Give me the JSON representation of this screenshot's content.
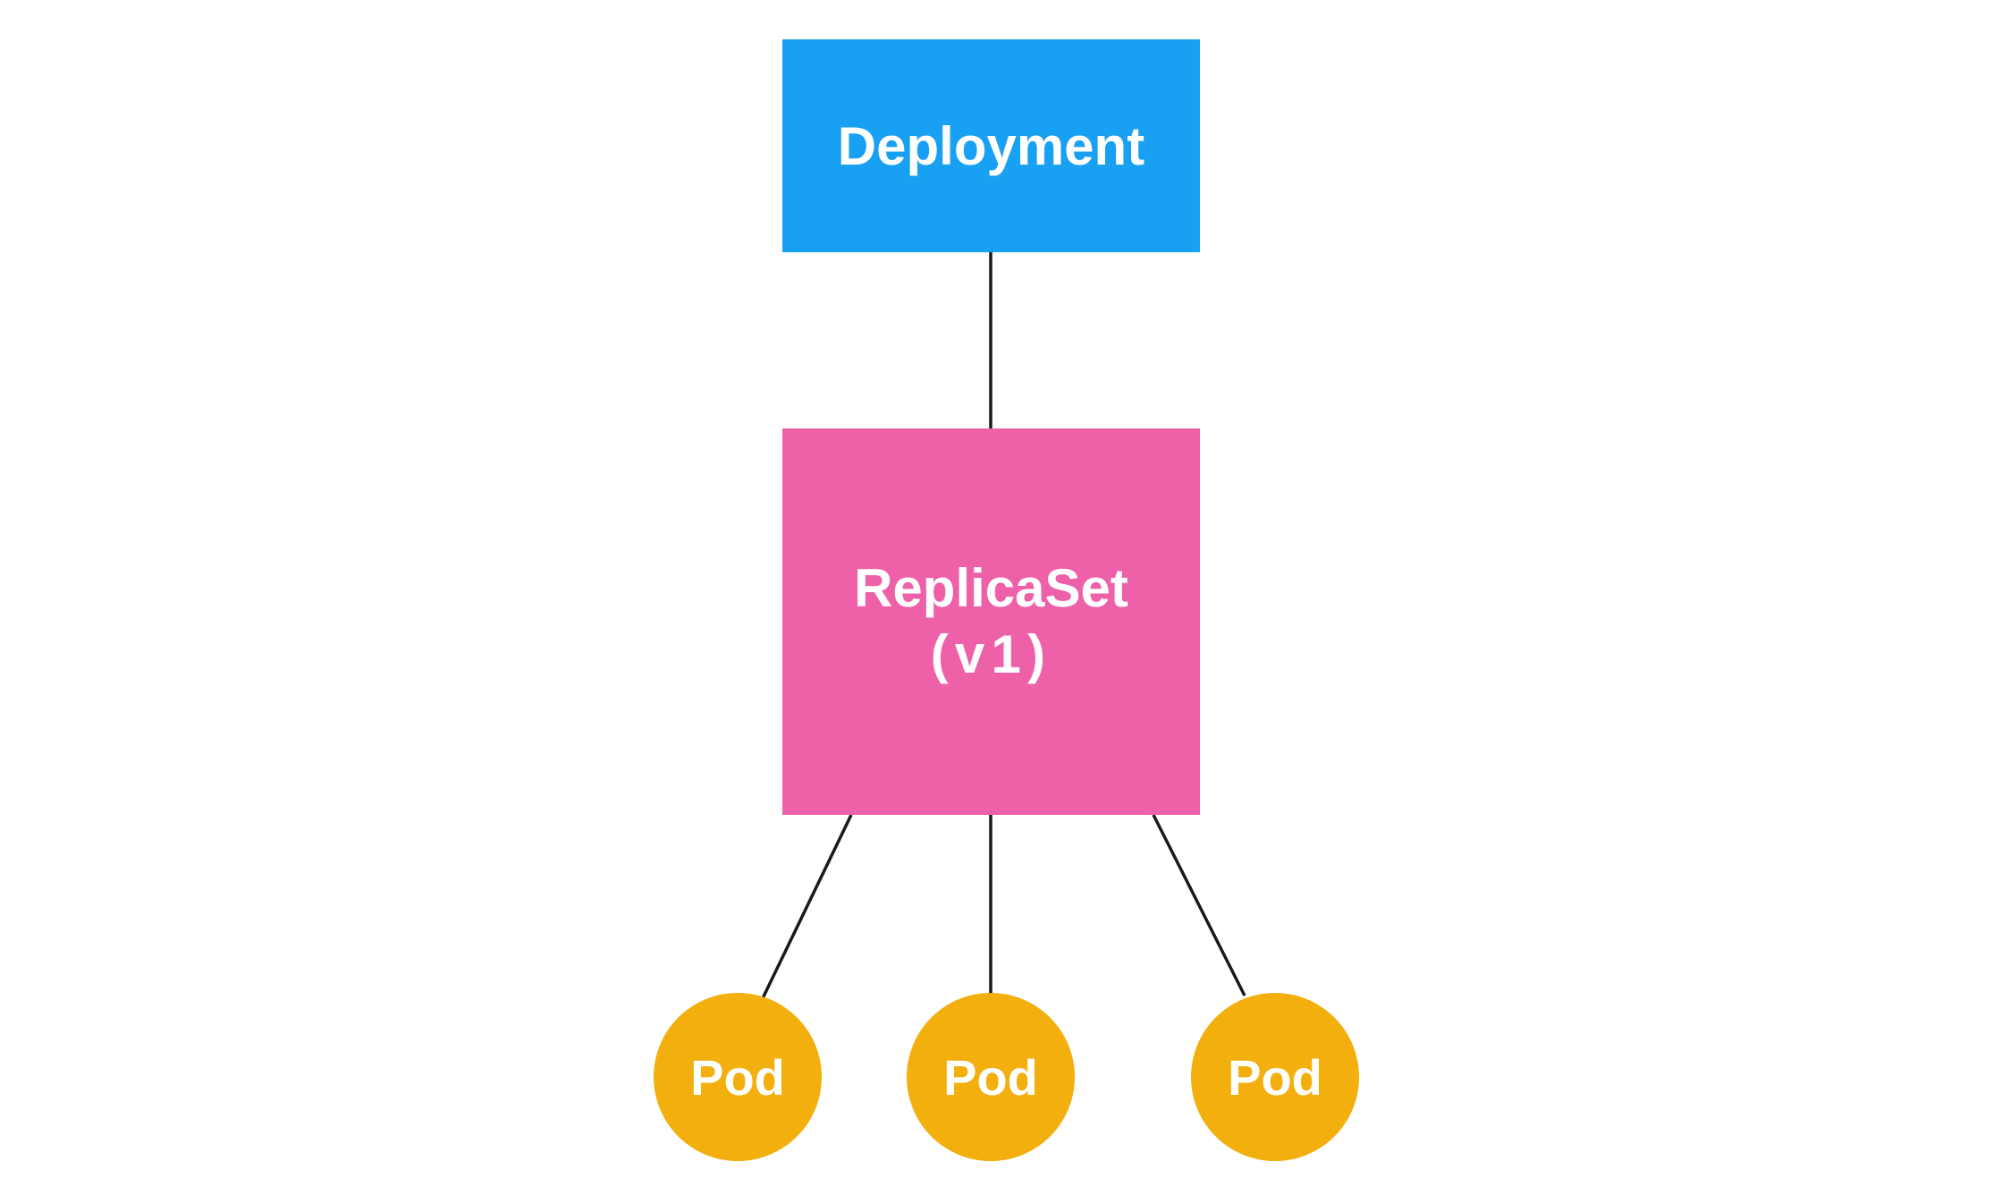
{
  "colors": {
    "background": "#FFFFFF",
    "deployment": "#18A0F2",
    "replicaset": "#EE61A8",
    "pod": "#F3AF0D",
    "connector": "#1A1A1A",
    "label_text": "#FFFFFF"
  },
  "nodes": {
    "deployment": {
      "label": "Deployment",
      "shape": "rectangle"
    },
    "replicaset": {
      "label_line1": "ReplicaSet",
      "label_line2": "(v1)",
      "shape": "rectangle"
    },
    "pods": [
      {
        "label": "Pod",
        "shape": "circle"
      },
      {
        "label": "Pod",
        "shape": "circle"
      },
      {
        "label": "Pod",
        "shape": "circle"
      }
    ]
  },
  "edges": [
    {
      "from": "deployment",
      "to": "replicaset"
    },
    {
      "from": "replicaset",
      "to": "pod-1"
    },
    {
      "from": "replicaset",
      "to": "pod-2"
    },
    {
      "from": "replicaset",
      "to": "pod-3"
    }
  ]
}
